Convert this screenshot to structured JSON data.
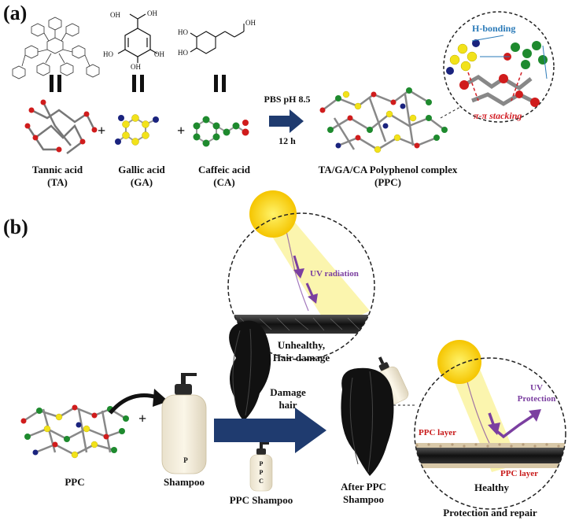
{
  "panel_a": {
    "label": "(a)",
    "ta_name": "Tannic acid",
    "ta_abbr": "(TA)",
    "ga_name": "Gallic acid",
    "ga_abbr": "(GA)",
    "ca_name": "Caffeic acid",
    "ca_abbr": "(CA)",
    "oh": "OH",
    "ho": "HO",
    "plus": "+",
    "condition_top": "PBS pH 8.5",
    "condition_bottom": "12 h",
    "ppc_name": "TA/GA/CA Polyphenol complex",
    "ppc_abbr": "(PPC)",
    "h_bonding": "H-bonding",
    "pi_stacking": "π-π stacking"
  },
  "panel_b": {
    "label": "(b)",
    "ppc": "PPC",
    "plus": "+",
    "shampoo": "Shampoo",
    "ppc_shampoo": "PPC Shampoo",
    "bottle_letters": [
      "P",
      "P",
      "C"
    ],
    "damage_hair_1": "Damage",
    "damage_hair_2": "hair",
    "uv_radiation": "UV radiation",
    "unhealthy_1": "Unhealthy,",
    "unhealthy_2": "Hair damage",
    "after_1": "After PPC",
    "after_2": "Shampoo",
    "uv_protection_1": "UV",
    "uv_protection_2": "Protection",
    "ppc_layer": "PPC layer",
    "healthy": "Healthy",
    "protection_repair": "Protection and repair"
  },
  "colors": {
    "arrow_navy": "#1f3b6f",
    "uv_purple": "#7b3fa0",
    "h_bond_blue": "#2a7ab8",
    "stacking_red": "#d21f26",
    "yellow_atom": "#f2e21a",
    "green_atom": "#1e8a2e",
    "blue_atom": "#1a237e",
    "red_atom": "#d01c1c",
    "gray_atom": "#8c8c8c"
  }
}
